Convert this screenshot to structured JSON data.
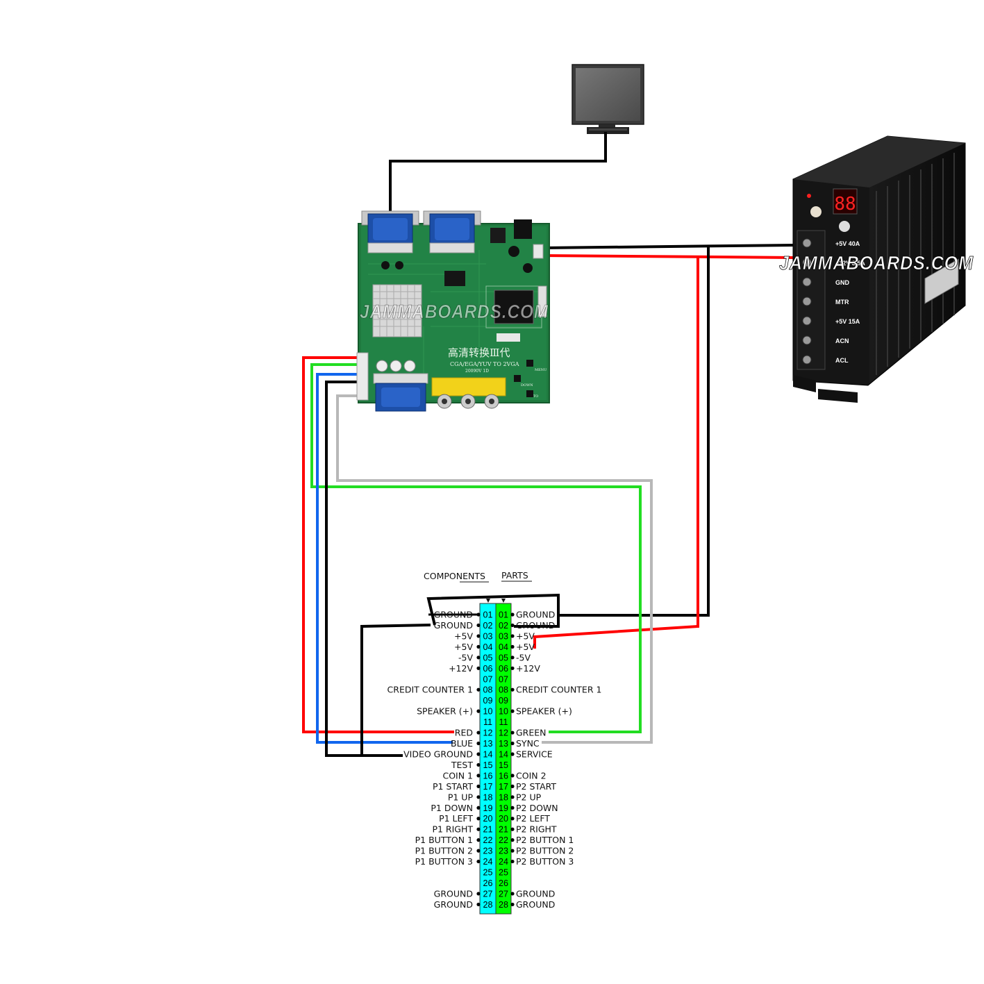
{
  "watermark": "JAMMABOARDS.COM",
  "board": {
    "silk_chinese": "高清转换Ⅲ代",
    "silk_model": "CGA/EGA/YUV TO 2VGA",
    "silk_date": "20090V 1D",
    "silk_auto": "AUTO",
    "silk_down": "DOWN",
    "silk_menu": "MENU"
  },
  "psu": {
    "display": "88",
    "labels": [
      "+5V 40A",
      "+12V 3.5A",
      "GND",
      "MTR",
      "+5V 15A",
      "ACN",
      "ACL"
    ]
  },
  "connector": {
    "header_left": "COMPONENTS",
    "header_right": "PARTS",
    "pins": [
      {
        "n": "01",
        "left": "GROUND",
        "right": "GROUND"
      },
      {
        "n": "02",
        "left": "GROUND",
        "right": "GROUND"
      },
      {
        "n": "03",
        "left": "+5V",
        "right": "+5V"
      },
      {
        "n": "04",
        "left": "+5V",
        "right": "+5V"
      },
      {
        "n": "05",
        "left": "-5V",
        "right": "-5V"
      },
      {
        "n": "06",
        "left": "+12V",
        "right": "+12V"
      },
      {
        "n": "07",
        "left": "",
        "right": ""
      },
      {
        "n": "08",
        "left": "CREDIT COUNTER 1",
        "right": "CREDIT COUNTER 1"
      },
      {
        "n": "09",
        "left": "",
        "right": ""
      },
      {
        "n": "10",
        "left": "SPEAKER (+)",
        "right": "SPEAKER (+)"
      },
      {
        "n": "11",
        "left": "",
        "right": ""
      },
      {
        "n": "12",
        "left": "RED",
        "right": "GREEN"
      },
      {
        "n": "13",
        "left": "BLUE",
        "right": "SYNC"
      },
      {
        "n": "14",
        "left": "VIDEO GROUND",
        "right": "SERVICE"
      },
      {
        "n": "15",
        "left": "TEST",
        "right": ""
      },
      {
        "n": "16",
        "left": "COIN 1",
        "right": "COIN 2"
      },
      {
        "n": "17",
        "left": "P1 START",
        "right": "P2 START"
      },
      {
        "n": "18",
        "left": "P1 UP",
        "right": "P2 UP"
      },
      {
        "n": "19",
        "left": "P1 DOWN",
        "right": "P2 DOWN"
      },
      {
        "n": "20",
        "left": "P1 LEFT",
        "right": "P2 LEFT"
      },
      {
        "n": "21",
        "left": "P1 RIGHT",
        "right": "P2 RIGHT"
      },
      {
        "n": "22",
        "left": "P1 BUTTON 1",
        "right": "P2 BUTTON 1"
      },
      {
        "n": "23",
        "left": "P1 BUTTON 2",
        "right": "P2 BUTTON 2"
      },
      {
        "n": "24",
        "left": "P1 BUTTON 3",
        "right": "P2 BUTTON 3"
      },
      {
        "n": "25",
        "left": "",
        "right": ""
      },
      {
        "n": "26",
        "left": "",
        "right": ""
      },
      {
        "n": "27",
        "left": "GROUND",
        "right": "GROUND"
      },
      {
        "n": "28",
        "left": "GROUND",
        "right": "GROUND"
      }
    ]
  },
  "colors": {
    "components_strip": "#00ffff",
    "parts_strip": "#00ff00",
    "wire_red": "#ff0000",
    "wire_green": "#22dd22",
    "wire_blue": "#1166ee",
    "wire_gray": "#b8b8b8",
    "wire_black": "#000000",
    "board_green": "#1f7a3f",
    "vga_blue": "#1d4fa8",
    "rca_yellow": "#f2d21a"
  }
}
